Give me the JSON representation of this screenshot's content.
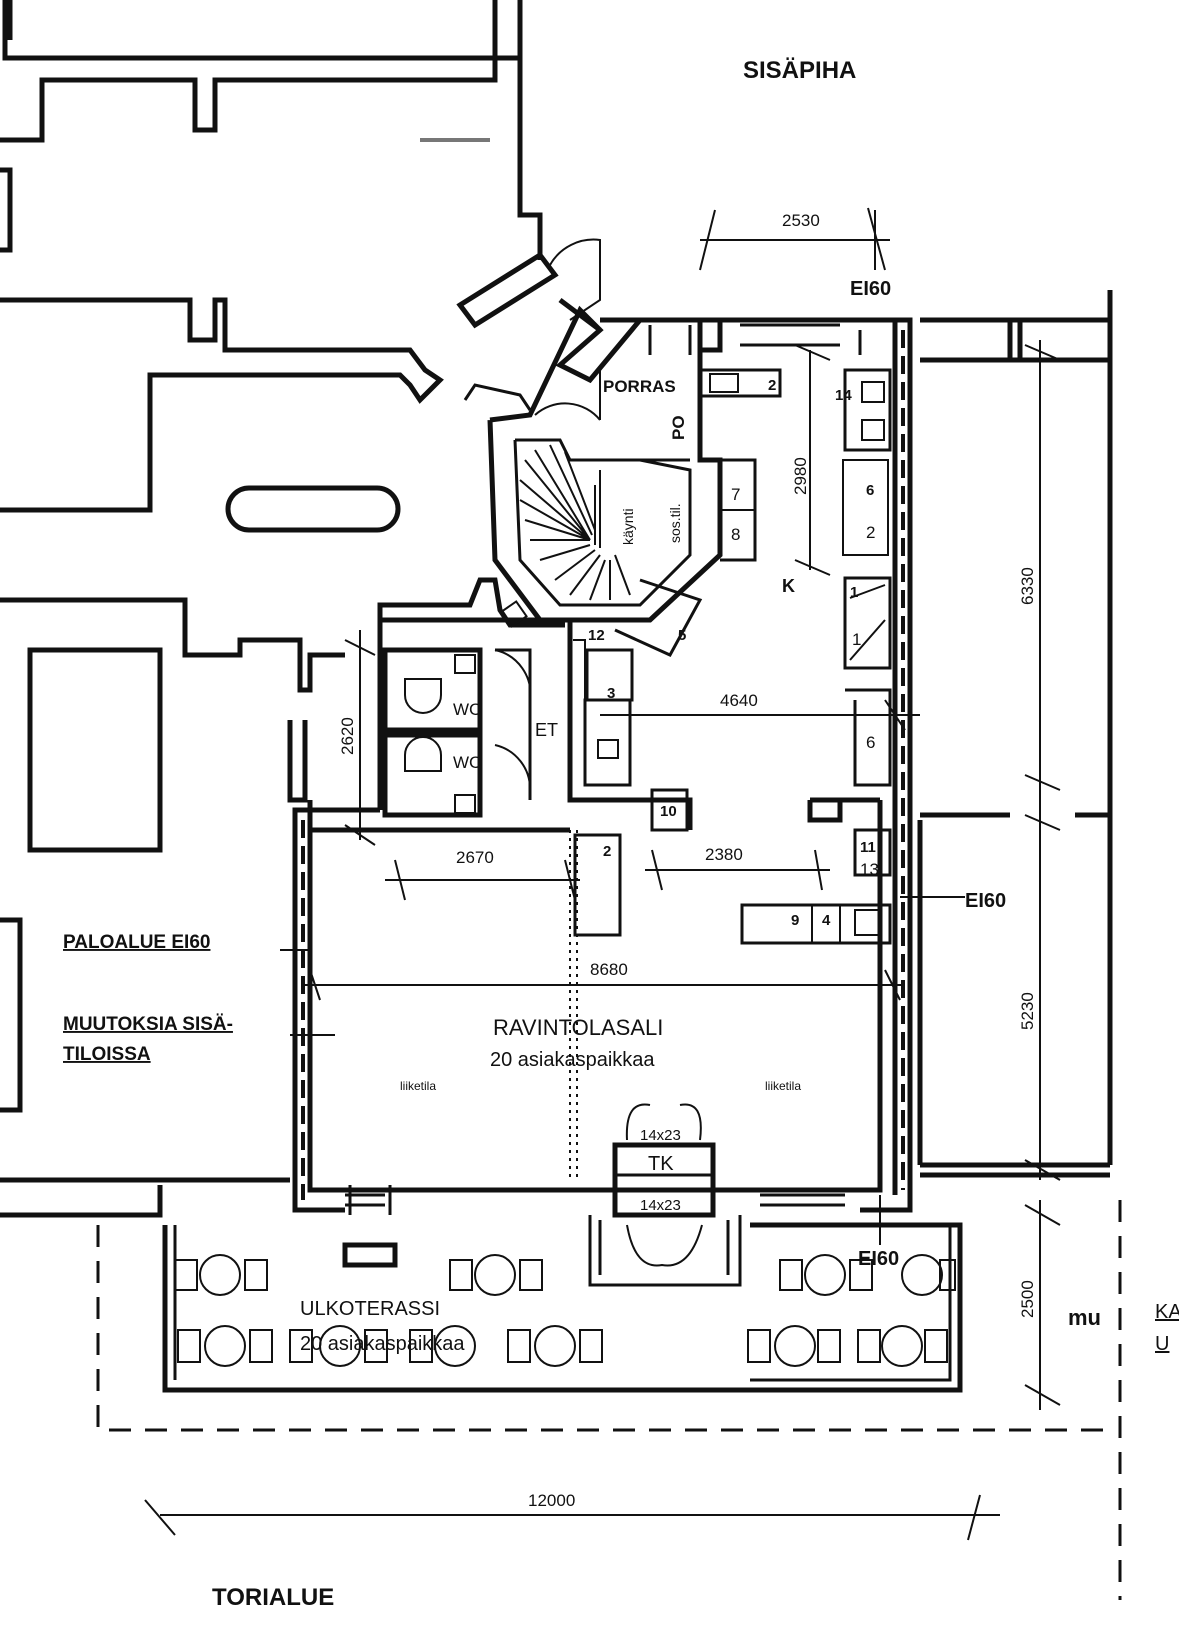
{
  "labels": {
    "sisapiha": "SISÄPIHA",
    "porras": "PORRAS",
    "po": "PO",
    "kaynti": "käynti",
    "sos_til": "sos.til.",
    "k": "K",
    "wc1": "WC",
    "wc2": "WC",
    "et": "ET",
    "ravintolasali": "RAVINTOLASALI",
    "asiakaspaikat_sisa": "20 asiakaspaikkaa",
    "liiketila_left": "liiketila",
    "liiketila_right": "liiketila",
    "tk": "TK",
    "door_top": "14x23",
    "door_bottom": "14x23",
    "ulkoterassi": "ULKOTERASSI",
    "asiakaspaikat_ulko": "20 asiakaspaikkaa",
    "torialue": "TORIALUE",
    "paloalue": "PALOALUE EI60",
    "muutoksia_1": "MUUTOKSIA SISÄ-",
    "muutoksia_2": "TILOISSA",
    "mu": "mu",
    "edge_ka": "KA",
    "edge_u": "U"
  },
  "fire_ratings": {
    "top": "EI60",
    "right": "EI60",
    "bottom": "EI60"
  },
  "dimensions": {
    "d2530": "2530",
    "d2980": "2980",
    "d6330": "6330",
    "d4640": "4640",
    "d2620": "2620",
    "d2670": "2670",
    "d2380": "2380",
    "d8680": "8680",
    "d5230": "5230",
    "d2500": "2500",
    "d12000": "12000"
  },
  "equipment": {
    "e2a": "2",
    "e14": "14",
    "e6a": "6",
    "e2b": "2",
    "e7": "7",
    "e8": "8",
    "e1a": "1",
    "e1b": "1",
    "e12": "12",
    "e5": "5",
    "e3": "3",
    "e6b": "6",
    "e10": "10",
    "e2c": "2",
    "e11": "11",
    "e13": "13",
    "e9": "9",
    "e4": "4"
  }
}
